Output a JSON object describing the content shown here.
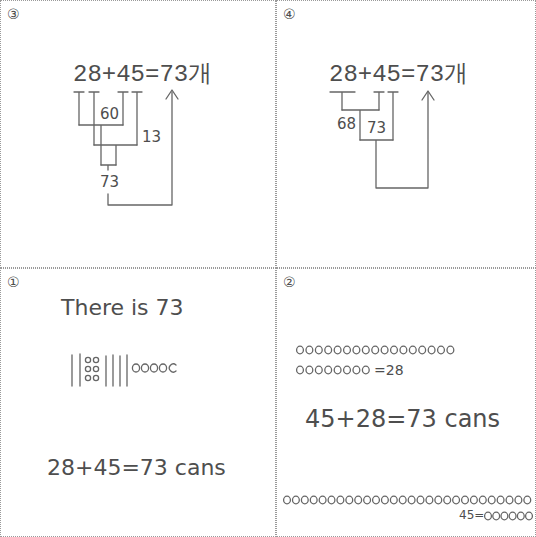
{
  "diagram": {
    "nodes": [
      {
        "text": [
          "③",
          "28+45=73개",
          "60",
          "13",
          "73"
        ]
      },
      {
        "text": [
          "④",
          "28+45=73개",
          "68",
          "73"
        ]
      },
      {
        "text": [
          "①",
          "There is 73",
          "28+45=73 cans"
        ]
      },
      {
        "text": [
          "②",
          "=28",
          "45+28=73 cans",
          "45="
        ]
      }
    ]
  }
}
